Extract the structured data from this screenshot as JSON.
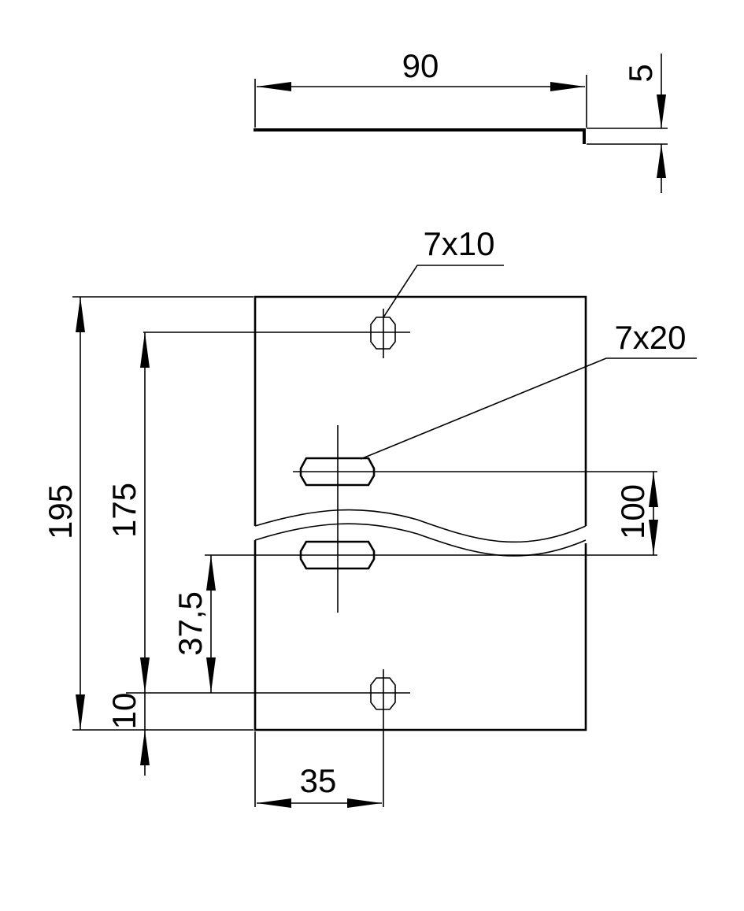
{
  "dimensions": {
    "top_length": "90",
    "top_step": "5",
    "total_height": "195",
    "hole_spacing": "175",
    "slot_offset": "37,5",
    "bottom_offset": "10",
    "hole_x": "35",
    "slot_spacing": "100"
  },
  "callouts": {
    "round_hole": "7x10",
    "slot": "7x20"
  }
}
